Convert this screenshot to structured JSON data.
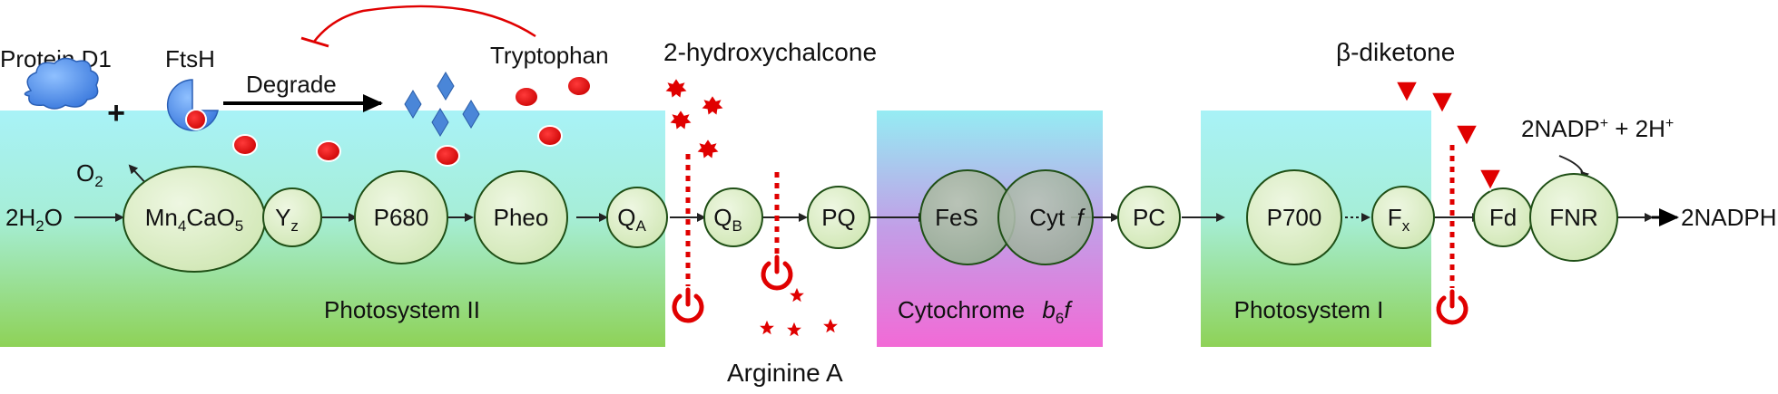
{
  "complexes": {
    "psii": "Photosystem II",
    "cytb6f_prefix": "Cytochrome ",
    "cytb6f_b": "b",
    "cytb6f_sub": "6",
    "cytb6f_f": "f",
    "psi": "Photosystem I"
  },
  "nodes": {
    "h2o_coef": "2H",
    "h2o_sub": "2",
    "h2o_o": "O",
    "mn_a": "Mn",
    "mn_4": "4",
    "mn_b": "CaO",
    "mn_5": "5",
    "o2_o": "O",
    "o2_sub": "2",
    "yz_y": "Y",
    "yz_sub": "z",
    "p680": "P680",
    "pheo": "Pheo",
    "qa_q": "Q",
    "qa_sub": "A",
    "qb_q": "Q",
    "qb_sub": "B",
    "pq": "PQ",
    "fes": "FeS",
    "cytf_a": "Cyt ",
    "cytf_f": "f",
    "pc": "PC",
    "p700": "P700",
    "fx_f": "F",
    "fx_sub": "x",
    "fd": "Fd",
    "fnr": "FNR",
    "nadp_a": "2NADP",
    "nadp_sup1": "+",
    "nadp_b": " + 2H",
    "nadp_sup2": "+",
    "nadph": "2NADPH"
  },
  "labels": {
    "protein_d1": "Protein D1",
    "plus": "+",
    "ftsh": "FtsH",
    "degrade": "Degrade",
    "tryptophan": "Tryptophan",
    "hydroxychalcone": "2-hydroxychalcone",
    "arginine": "Arginine A",
    "diketone": "β-diketone"
  },
  "colors": {
    "membrane_top": "#9ff0f5",
    "membrane_bottom": "#8fd45a",
    "cyt_top": "#92e9f2",
    "cyt_bottom": "#f06ad8",
    "node_fill": "#d9ecc3",
    "node_stroke": "#1f4f16",
    "inhibitor_red": "#e00000",
    "cloud_blue": "#4d8ee8",
    "diamond_blue": "#4a86d8"
  }
}
